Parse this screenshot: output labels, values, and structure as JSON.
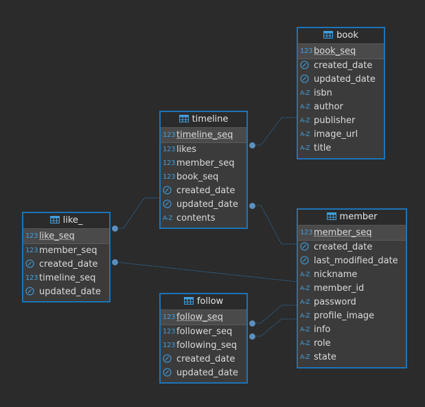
{
  "colors": {
    "border": "#1c74b9",
    "icon": "#3fa0e0",
    "background": "#2b2b2b"
  },
  "tables": {
    "book": {
      "name": "book",
      "columns": [
        {
          "name": "book_seq",
          "type": "num",
          "pk": true
        },
        {
          "name": "created_date",
          "type": "clock"
        },
        {
          "name": "updated_date",
          "type": "clock"
        },
        {
          "name": "isbn",
          "type": "text"
        },
        {
          "name": "author",
          "type": "text"
        },
        {
          "name": "publisher",
          "type": "text"
        },
        {
          "name": "image_url",
          "type": "text"
        },
        {
          "name": "title",
          "type": "text"
        }
      ]
    },
    "timeline": {
      "name": "timeline",
      "columns": [
        {
          "name": "timeline_seq",
          "type": "num",
          "pk": true
        },
        {
          "name": "likes",
          "type": "num"
        },
        {
          "name": "member_seq",
          "type": "num"
        },
        {
          "name": "book_seq",
          "type": "num"
        },
        {
          "name": "created_date",
          "type": "clock"
        },
        {
          "name": "updated_date",
          "type": "clock"
        },
        {
          "name": "contents",
          "type": "text"
        }
      ]
    },
    "like": {
      "name": "like_",
      "columns": [
        {
          "name": "like_seq",
          "type": "num",
          "pk": true
        },
        {
          "name": "member_seq",
          "type": "num"
        },
        {
          "name": "created_date",
          "type": "clock"
        },
        {
          "name": "timeline_seq",
          "type": "num"
        },
        {
          "name": "updated_date",
          "type": "clock"
        }
      ]
    },
    "member": {
      "name": "member",
      "columns": [
        {
          "name": "member_seq",
          "type": "num",
          "pk": true
        },
        {
          "name": "created_date",
          "type": "clock"
        },
        {
          "name": "last_modified_date",
          "type": "clock"
        },
        {
          "name": "nickname",
          "type": "text"
        },
        {
          "name": "member_id",
          "type": "text"
        },
        {
          "name": "password",
          "type": "text"
        },
        {
          "name": "profile_image",
          "type": "text"
        },
        {
          "name": "info",
          "type": "text"
        },
        {
          "name": "role",
          "type": "text"
        },
        {
          "name": "state",
          "type": "text"
        }
      ]
    },
    "follow": {
      "name": "follow",
      "columns": [
        {
          "name": "follow_seq",
          "type": "num",
          "pk": true
        },
        {
          "name": "follower_seq",
          "type": "num"
        },
        {
          "name": "following_seq",
          "type": "num"
        },
        {
          "name": "created_date",
          "type": "clock"
        },
        {
          "name": "updated_date",
          "type": "clock"
        }
      ]
    }
  },
  "type_icons": {
    "num": "123",
    "text": "A-Z",
    "clock": "clock-icon"
  }
}
